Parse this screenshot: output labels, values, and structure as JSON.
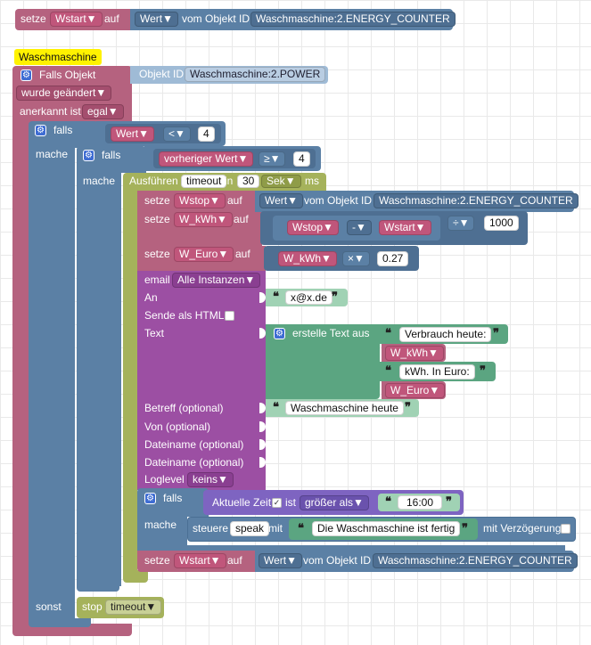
{
  "top_set": {
    "setze": "setze",
    "var": "Wstart",
    "auf": "auf",
    "sel": "Wert",
    "vom": "vom Objekt ID",
    "oid": "Waschmaschine:2.ENERGY_COUNTER"
  },
  "trigger": {
    "header": "Waschmaschine",
    "falls_objekt": "Falls Objekt",
    "oid_label": "Objekt ID",
    "oid": "Waschmaschine:2.POWER",
    "wurde": "wurde geändert",
    "anerkannt": "anerkannt ist",
    "anerkannt_val": "egal"
  },
  "if1": {
    "falls": "falls",
    "mache": "mache",
    "sonst": "sonst",
    "var": "Wert",
    "op": "<",
    "num": "4"
  },
  "if2": {
    "falls": "falls",
    "mache": "mache",
    "var": "vorheriger Wert",
    "op": "≥",
    "num": "4"
  },
  "timeout": {
    "label": "Ausführen",
    "var": "timeout",
    "in": "in",
    "num": "30",
    "unit": "Sek",
    "ms": "ms"
  },
  "set_wstop": {
    "setze": "setze",
    "var": "Wstop",
    "auf": "auf",
    "sel": "Wert",
    "vom": "vom Objekt ID",
    "oid": "Waschmaschine:2.ENERGY_COUNTER"
  },
  "set_wkwh": {
    "setze": "setze",
    "var": "W_kWh",
    "auf": "auf",
    "a": "Wstop",
    "op": "-",
    "b": "Wstart",
    "op2": "÷",
    "num": "1000"
  },
  "set_weuro": {
    "setze": "setze",
    "var": "W_Euro",
    "auf": "auf",
    "a": "W_kWh",
    "op": "×",
    "num": "0.27"
  },
  "email": {
    "email": "email",
    "instanz": "Alle Instanzen",
    "an": "An",
    "an_val": "x@x.de",
    "html": "Sende als HTML",
    "text": "Text",
    "erstelle": "erstelle Text aus",
    "t1": "Verbrauch heute:",
    "v1": "W_kWh",
    "t2": "kWh. In Euro:",
    "v2": "W_Euro",
    "betreff": "Betreff (optional)",
    "betreff_val": "Waschmaschine heute",
    "von": "Von (optional)",
    "datei1": "Dateiname (optional)",
    "datei2": "Dateiname (optional)",
    "loglevel": "Loglevel",
    "loglevel_val": "keins"
  },
  "if3": {
    "falls": "falls",
    "mache": "mache",
    "zeit": "Aktuelle Zeit",
    "ist": "ist",
    "cmp": "größer als",
    "time": "16:00"
  },
  "steuere": {
    "label": "steuere",
    "dev": "speak",
    "mit": "mit",
    "text": "Die Waschmaschine ist fertig",
    "delay": "mit Verzögerung"
  },
  "set_wstart": {
    "setze": "setze",
    "var": "Wstart",
    "auf": "auf",
    "sel": "Wert",
    "vom": "vom Objekt ID",
    "oid": "Waschmaschine:2.ENERGY_COUNTER"
  },
  "stop": {
    "label": "stop",
    "var": "timeout"
  }
}
